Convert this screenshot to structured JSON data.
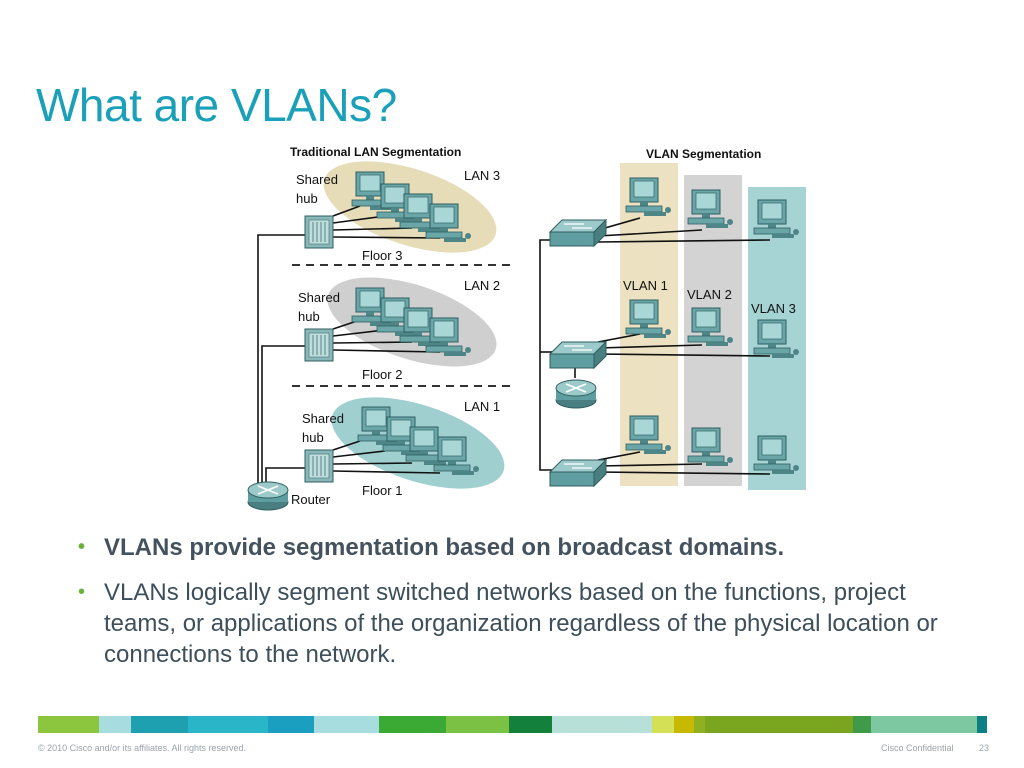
{
  "slide": {
    "title": "What are VLANs?",
    "footer_left": "© 2010 Cisco and/or its affiliates. All rights reserved.",
    "footer_confidential": "Cisco Confidential",
    "page_number": "23"
  },
  "diagram": {
    "traditional_title": "Traditional LAN Segmentation",
    "vlan_title": "VLAN Segmentation",
    "shared_hub_line1": "Shared",
    "shared_hub_line2": "hub",
    "lan3": "LAN 3",
    "lan2": "LAN 2",
    "lan1": "LAN 1",
    "floor3": "Floor 3",
    "floor2": "Floor 2",
    "floor1": "Floor 1",
    "router": "Router",
    "vlan1": "VLAN 1",
    "vlan2": "VLAN 2",
    "vlan3": "VLAN 3",
    "colors": {
      "lan3_zone": "#e7dcb8",
      "lan2_zone": "#cfcfcf",
      "lan1_zone": "#9fcfcf",
      "vlan1_col": "#ece1c1",
      "vlan2_col": "#d3d3d3",
      "vlan3_col": "#a6d3d3",
      "device": "#5f9ea0"
    }
  },
  "bullets": [
    "VLANs provide segmentation based on broadcast domains.",
    "VLANs logically segment switched networks based on the functions, project teams, or applications of the organization regardless of the physical location or connections to the network."
  ],
  "accent_strip_colors": [
    "#8cc63f",
    "#a8dde0",
    "#1fa0b0",
    "#2bb5c8",
    "#1b9fc0",
    "#a8dde0",
    "#3aaa35",
    "#7bc143",
    "#13813c",
    "#b7e0d8",
    "#d4e157",
    "#c7b800",
    "#8fb020",
    "#7aa51e",
    "#3f9a4a",
    "#7dc8a0",
    "#0d7f87"
  ]
}
